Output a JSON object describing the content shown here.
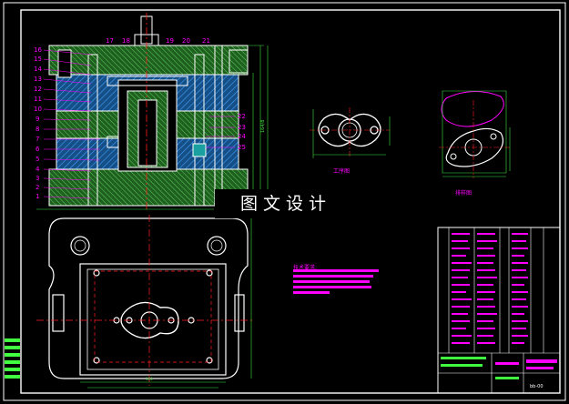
{
  "callouts_left": [
    "16",
    "15",
    "14",
    "13",
    "12",
    "11",
    "10",
    "9",
    "8",
    "7",
    "6",
    "5",
    "4",
    "3",
    "2",
    "1"
  ],
  "callouts_top": [
    "17",
    "18",
    "19",
    "20",
    "21"
  ],
  "callouts_right": [
    "22",
    "23",
    "24",
    "25"
  ],
  "labels": {
    "part_view": "工序图",
    "strip_view": "排样图",
    "dim_height": "164/8",
    "tech_title": "技术要求:",
    "dim_plate_width": "100",
    "title_code": "bb-00"
  },
  "watermark": "图文设计",
  "colors": {
    "background": "#000000",
    "frame": "#ffffff",
    "outline": "#ffffff",
    "section_fill": "#3fa83f",
    "hatch": "#2f7fe0",
    "dimension": "#40e040",
    "text": "#ff00ff",
    "centerline": "#ff2020",
    "table_green": "#40ff40"
  }
}
